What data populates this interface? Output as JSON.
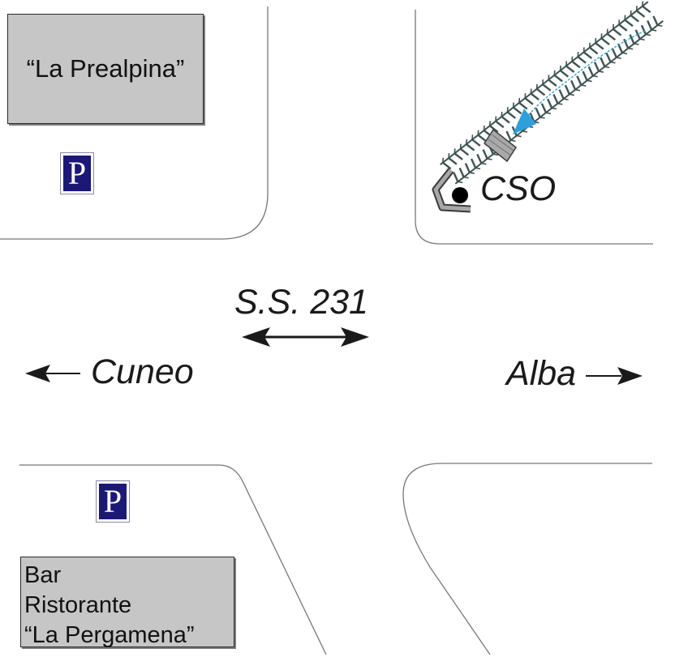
{
  "places": {
    "prealpina": "“La Prealpina”",
    "pergamena_lines": [
      "Bar",
      "Ristorante",
      "“La Pergamena”"
    ]
  },
  "parking": {
    "symbol": "P",
    "color": "#1c1878"
  },
  "labels": {
    "road": "S.S. 231",
    "west": "Cuneo",
    "east": "Alba",
    "station": "CSO"
  },
  "icons": {
    "parking": "parking-sign-icon",
    "direction_arrows": "arrow-icon",
    "instrument": "coiled-sensor-icon"
  },
  "colors": {
    "instrument_body": "#3e5352",
    "flow_arrow": "#2f9fdc",
    "station_dot": "#000000"
  }
}
